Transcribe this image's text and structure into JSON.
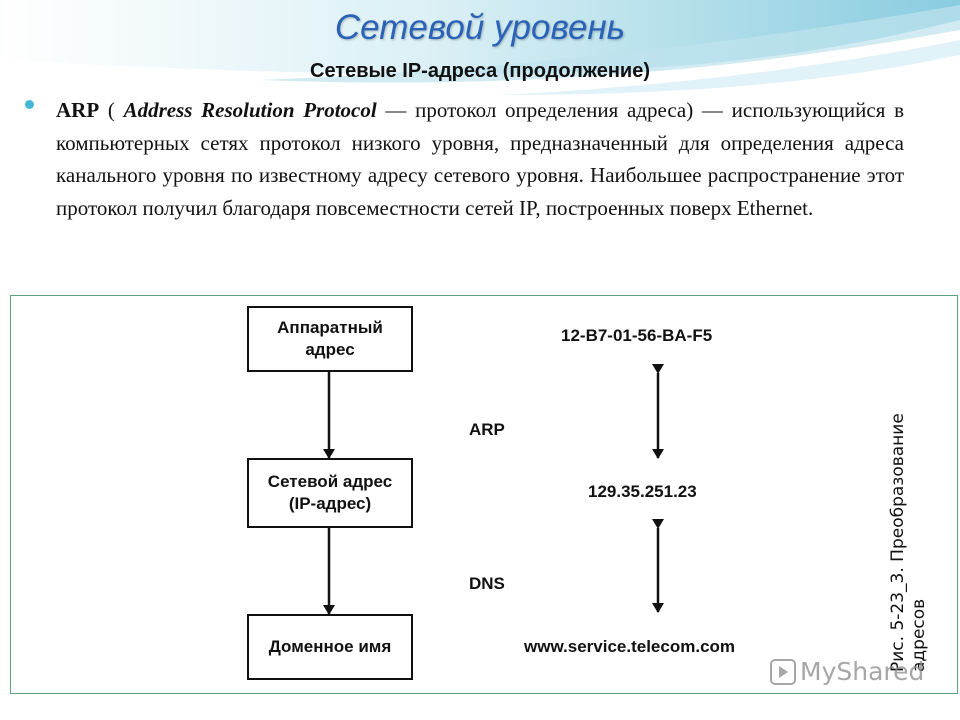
{
  "slide": {
    "title": "Сетевой уровень",
    "subtitle": "Сетевые IP-адреса (продолжение)",
    "bullet": {
      "term": "ARP",
      "open_paren": " ( ",
      "term_full": "Address Resolution Protocol",
      "text": " — протокол определения адреса) — использующийся в компьютерных сетях протокол низкого уровня, предназначенный для определения адреса канального уровня по известному адресу сетевого уровня. Наибольшее распространение этот протокол получил благодаря повсеместности сетей IP, построенных поверх Ethernet."
    }
  },
  "figure": {
    "boxes": {
      "hardware": "Аппаратный адрес",
      "network": "Сетевой адрес (IP-адрес)",
      "domain": "Доменное имя"
    },
    "values": {
      "mac": "12-B7-01-56-BA-F5",
      "ip": "129.35.251.23",
      "url": "www.service.telecom.com"
    },
    "protocols": {
      "arp": "ARP",
      "dns": "DNS"
    },
    "caption": "Рис. 5-23_3. Преобразование адресов"
  },
  "watermark": {
    "text": "MyShared"
  },
  "colors": {
    "title": "#2a62b8",
    "bullet": "#45b8d8",
    "frame": "#5aa37a"
  }
}
